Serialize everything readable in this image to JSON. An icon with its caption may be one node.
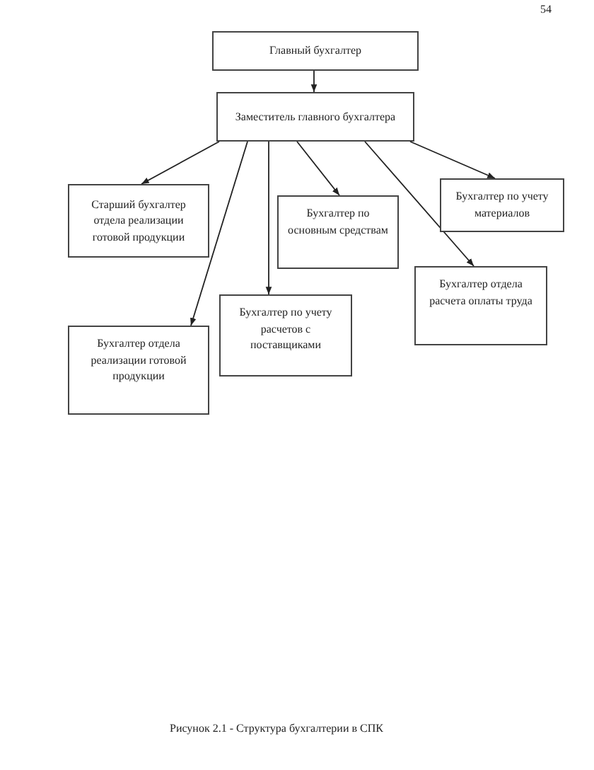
{
  "diagram": {
    "caption": "Рисунок 2.1 - Структура бухгалтерии в СПК",
    "nodes": [
      {
        "text": [
          "Главный бухгалтер"
        ]
      },
      {
        "text": [
          "Заместитель главного бухгалтера"
        ]
      },
      {
        "text": [
          "Старший бухгалтер отдела реализации готовой продукции"
        ]
      },
      {
        "text": [
          "Бухгалтер по основным средствам"
        ]
      },
      {
        "text": [
          "Бухгалтер по учету материалов"
        ]
      },
      {
        "text": [
          "Бухгалтер по учету расчетов с поставщиками"
        ]
      },
      {
        "text": [
          "Бухгалтер отдела расчета оплаты труда"
        ]
      },
      {
        "text": [
          "Бухгалтер отдела реализации готовой продукции"
        ]
      }
    ],
    "edges": [
      {
        "from": 0,
        "to": 1,
        "arrow": "to"
      },
      {
        "from": 1,
        "to": 2,
        "arrow": "to"
      },
      {
        "from": 1,
        "to": 3,
        "arrow": "to"
      },
      {
        "from": 1,
        "to": 4,
        "arrow": "to"
      },
      {
        "from": 1,
        "to": 5,
        "arrow": "to"
      },
      {
        "from": 1,
        "to": 6,
        "arrow": "to"
      },
      {
        "from": 1,
        "to": 7,
        "arrow": "to"
      }
    ],
    "labels": [
      "54"
    ]
  }
}
